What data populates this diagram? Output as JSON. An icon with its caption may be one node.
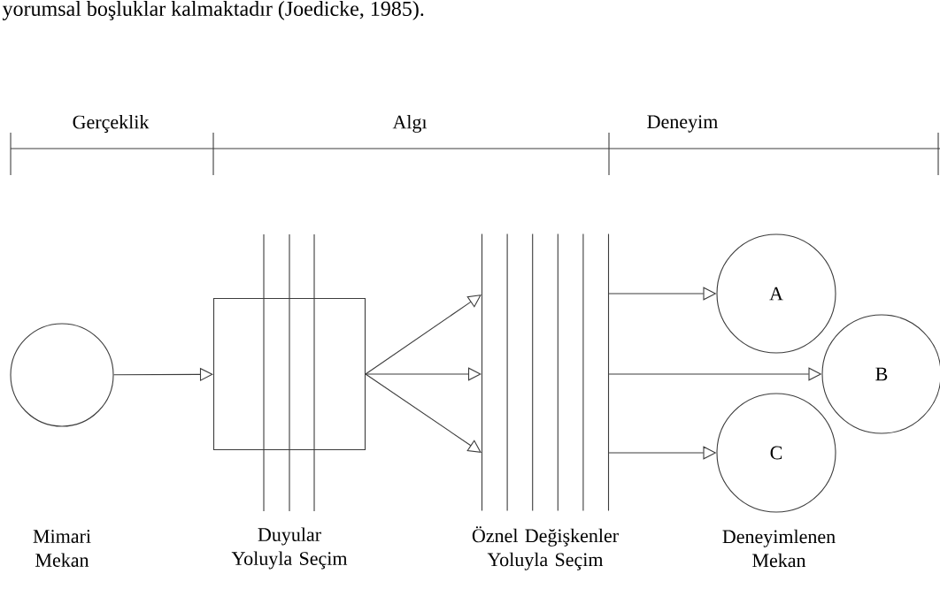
{
  "diagram": {
    "nodes": [
      {
        "text": [],
        "shape": "circle"
      },
      {
        "text": [],
        "shape": "box",
        "beside": [
          "Duyular Yoluyla Seçim"
        ]
      },
      {
        "text": [],
        "shape": "bar",
        "beside": [
          "Öznel Değişkenler Yoluyla Seçim"
        ]
      },
      {
        "text": [
          "A"
        ]
      },
      {
        "text": [
          "B"
        ]
      },
      {
        "text": [
          "C"
        ],
        "beside": [
          "Deneyimlenen Mekan"
        ]
      }
    ],
    "edges": [
      {
        "from": 0,
        "to": 1,
        "arrow": "to"
      },
      {
        "from": 1,
        "to": 2,
        "arrow": "to"
      },
      {
        "from": 1,
        "to": 2,
        "arrow": "to"
      },
      {
        "from": 1,
        "to": 2,
        "arrow": "to"
      },
      {
        "from": 2,
        "to": 3,
        "arrow": "to"
      },
      {
        "from": 2,
        "to": 4,
        "arrow": "to"
      },
      {
        "from": 2,
        "to": 5,
        "arrow": "to"
      }
    ],
    "labels": [
      "yorumsal boşluklar kalmaktadır (Joedicke, 1985).",
      "Gerçeklik",
      "Algı",
      "Deneyim",
      "Mimari Mekan"
    ]
  }
}
